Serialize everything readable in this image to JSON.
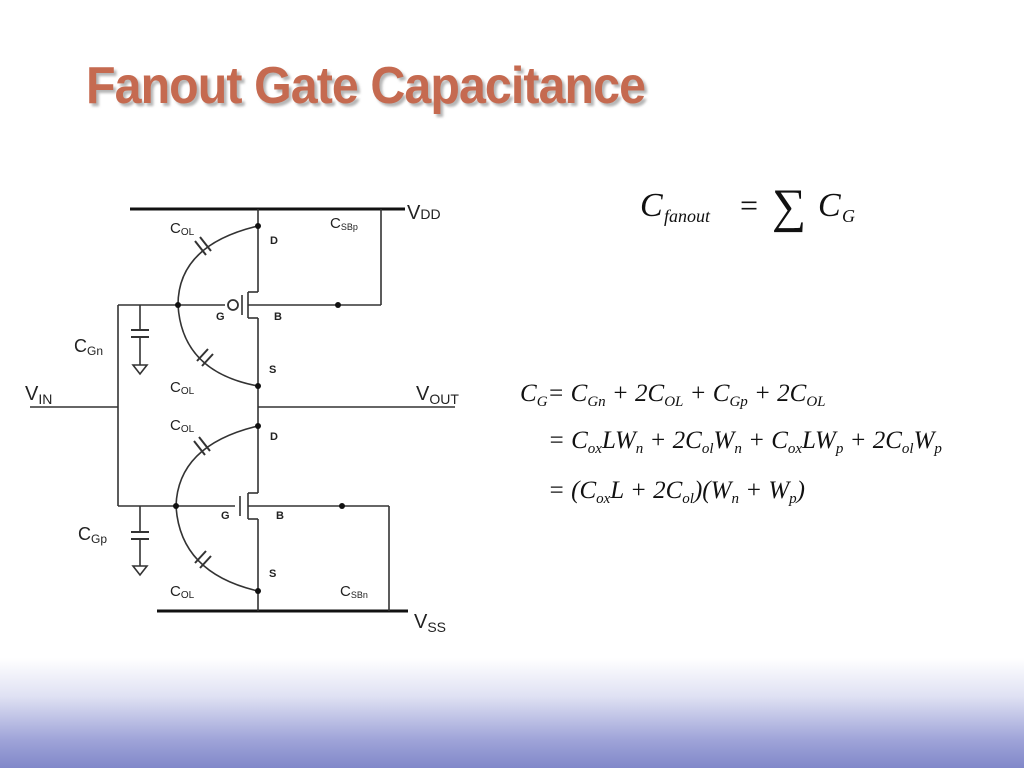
{
  "slide": {
    "title": "Fanout Gate Capacitance"
  },
  "circuit": {
    "rails": {
      "vdd": {
        "main": "V",
        "sub": "DD"
      },
      "vss": {
        "main": "V",
        "sub": "SS"
      },
      "vin": {
        "main": "V",
        "sub": "IN"
      },
      "vout": {
        "main": "V",
        "sub": "OUT"
      }
    },
    "caps": {
      "col_main": "C",
      "col_sub": "OL",
      "cgn_main": "C",
      "cgn_sub": "Gn",
      "cgp_main": "C",
      "cgp_sub": "Gp",
      "csbp_main": "C",
      "csbp_sub": "SBp",
      "csbn_main": "C",
      "csbn_sub": "SBn"
    },
    "terminals": {
      "d": "D",
      "g": "G",
      "b": "B",
      "s": "S"
    }
  },
  "equations": {
    "fanout": {
      "c": "C",
      "sub_fanout": "fanout",
      "eq": "=",
      "sum": "∑",
      "cg": "C",
      "sub_g": "G"
    },
    "line1": {
      "lhs_c": "C",
      "lhs_sub": "G",
      "t1": "= C",
      "t1_sub": "Gn",
      "t2": " + 2C",
      "t2_sub": "OL",
      "t3": " + C",
      "t3_sub": "Gp",
      "t4": " + 2C",
      "t4_sub": "OL"
    },
    "line2": {
      "t1": "= C",
      "t1_sub": "ox",
      "t2": "LW",
      "t2_sub": "n",
      "t3": " + 2C",
      "t3_sub": "ol",
      "t4": "W",
      "t4_sub": "n",
      "t5": " + C",
      "t5_sub": "ox",
      "t6": "LW",
      "t6_sub": "p",
      "t7": " + 2C",
      "t7_sub": "ol",
      "t8": "W",
      "t8_sub": "p"
    },
    "line3": {
      "t1": "= (C",
      "t1_sub": "ox",
      "t2": "L + 2C",
      "t2_sub": "ol",
      "t3": ")(W",
      "t3_sub": "n",
      "t4": " + W",
      "t4_sub": "p",
      "t5": ")"
    }
  }
}
